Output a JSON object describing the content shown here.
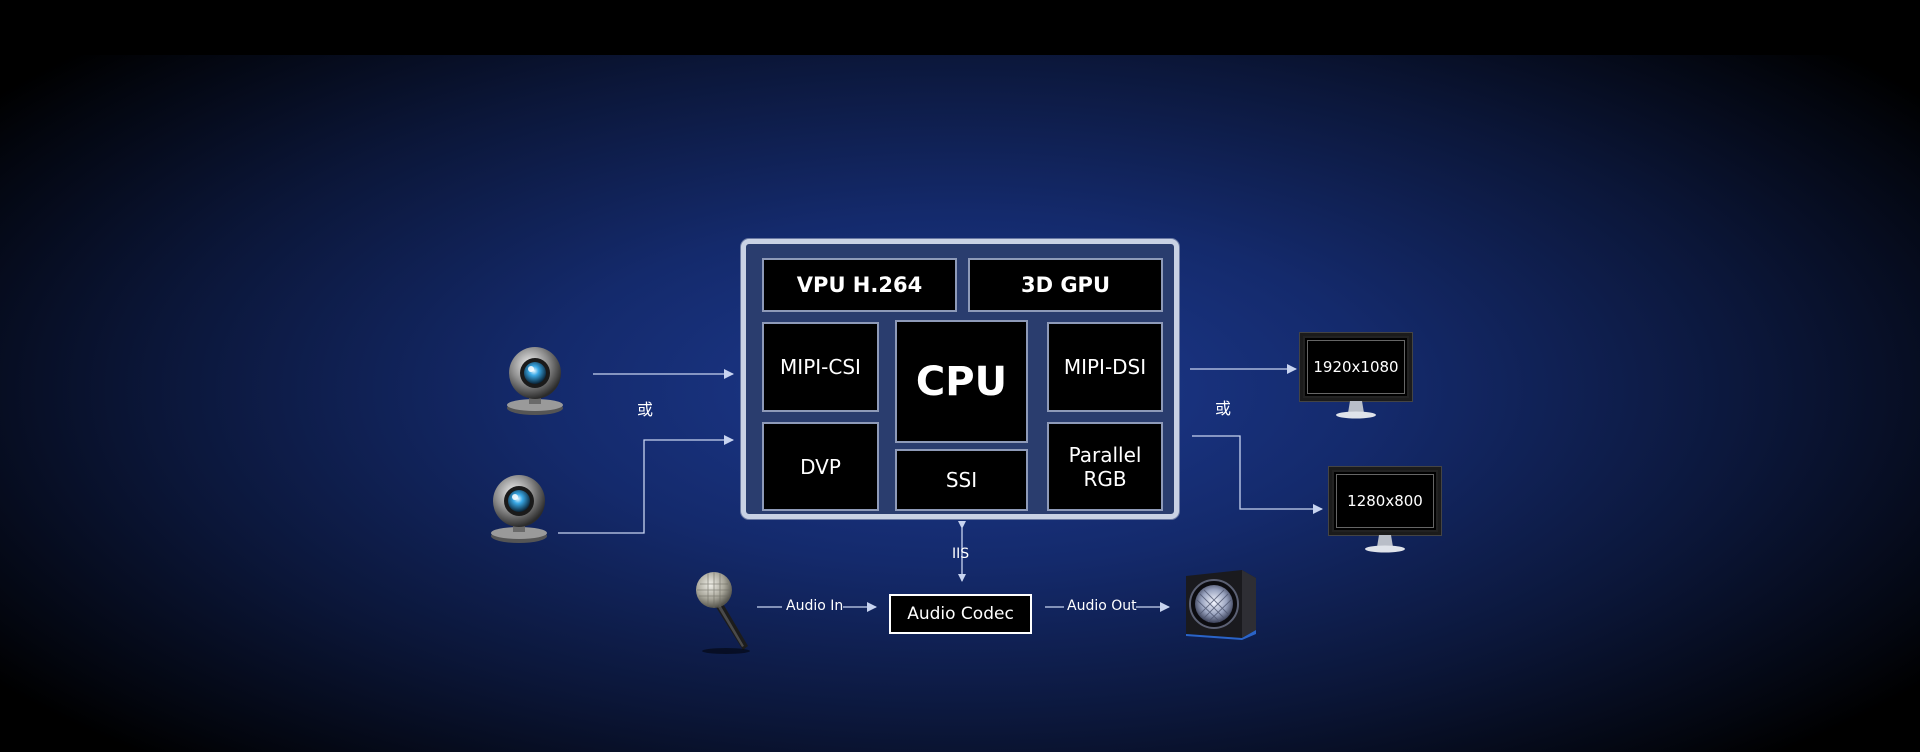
{
  "chip": {
    "blocks": {
      "vpu": "VPU H.264",
      "gpu": "3D  GPU",
      "mipi_csi": "MIPI-CSI",
      "cpu": "CPU",
      "mipi_dsi": "MIPI-DSI",
      "dvp": "DVP",
      "ssi": "SSI",
      "parallel_rgb": "Parallel\nRGB"
    }
  },
  "labels": {
    "or_left": "或",
    "or_right": "或",
    "iis": "IIS",
    "audio_in": "Audio In",
    "audio_out": "Audio Out",
    "audio_codec": "Audio Codec"
  },
  "monitors": {
    "primary": "1920x1080",
    "secondary": "1280x800"
  },
  "colors": {
    "background_center": "#1d3a90",
    "chip_fill": "#2a3d6e",
    "chip_border": "#c9d2e4",
    "block_fill": "#000000",
    "arrow": "#c8d4f0"
  },
  "icons": {
    "camera_top": "webcam-icon",
    "camera_bottom": "webcam-icon",
    "microphone": "microphone-icon",
    "speaker": "speaker-icon",
    "monitor": "monitor-icon"
  }
}
